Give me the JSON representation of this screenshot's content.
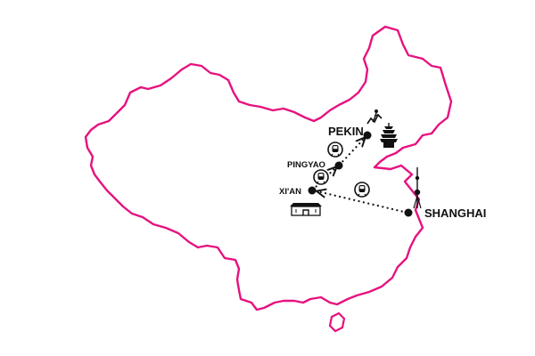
{
  "colors": {
    "border": "#e6127f",
    "route": "#111111",
    "marker": "#111111",
    "background": "#ffffff"
  },
  "cities": [
    {
      "id": "pekin",
      "label": "PEKIN"
    },
    {
      "id": "pingyao",
      "label": "PINGYAO"
    },
    {
      "id": "xian",
      "label": "XI'AN"
    },
    {
      "id": "shanghai",
      "label": "SHANGHAI"
    }
  ],
  "routes": [
    {
      "from": "xian",
      "to": "pingyao",
      "transport": "train-icon"
    },
    {
      "from": "pingyao",
      "to": "pekin",
      "transport": "train-icon"
    },
    {
      "from": "shanghai",
      "to": "xian",
      "transport": "train-icon"
    }
  ],
  "landmarks": [
    {
      "city": "pekin",
      "icon": "great-wall-icon"
    },
    {
      "city": "pekin",
      "icon": "pagoda-icon"
    },
    {
      "city": "xian",
      "icon": "city-gate-icon"
    },
    {
      "city": "shanghai",
      "icon": "pearl-tower-icon"
    }
  ]
}
